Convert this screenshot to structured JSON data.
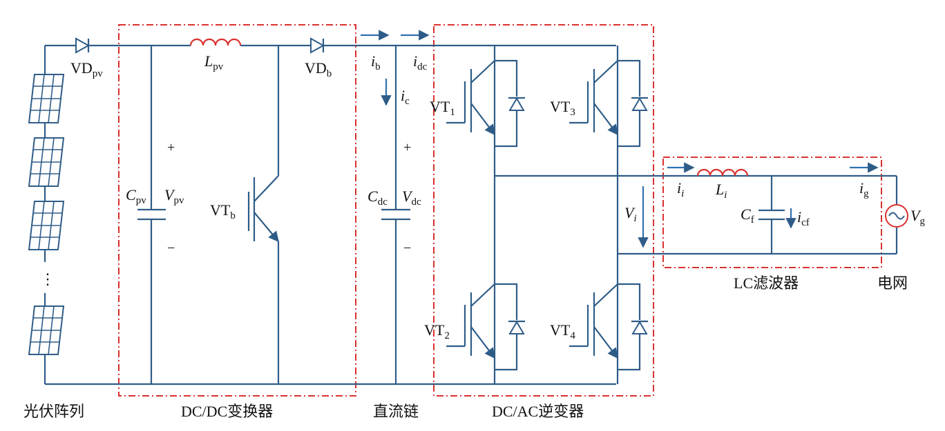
{
  "components": {
    "vd_pv": {
      "main": "VD",
      "sub": "pv"
    },
    "l_pv": {
      "main": "L",
      "sub": "pv"
    },
    "vd_b": {
      "main": "VD",
      "sub": "b"
    },
    "i_b": {
      "main": "i",
      "sub": "b"
    },
    "i_dc": {
      "main": "i",
      "sub": "dc"
    },
    "i_c": {
      "main": "i",
      "sub": "c"
    },
    "c_pv": {
      "main": "C",
      "sub": "pv"
    },
    "v_pv": {
      "main": "V",
      "sub": "pv"
    },
    "vt_b": {
      "main": "VT",
      "sub": "b"
    },
    "c_dc": {
      "main": "C",
      "sub": "dc"
    },
    "v_dc": {
      "main": "V",
      "sub": "dc"
    },
    "vt_1": {
      "main": "VT",
      "sub": "1"
    },
    "vt_2": {
      "main": "VT",
      "sub": "2"
    },
    "vt_3": {
      "main": "VT",
      "sub": "3"
    },
    "vt_4": {
      "main": "VT",
      "sub": "4"
    },
    "v_i": {
      "main": "V",
      "sub": "i"
    },
    "i_i": {
      "main": "i",
      "sub": "i"
    },
    "l_i": {
      "main": "L",
      "sub": "i"
    },
    "c_f": {
      "main": "C",
      "sub": "f"
    },
    "i_cf": {
      "main": "i",
      "sub": "cf"
    },
    "i_g": {
      "main": "i",
      "sub": "g"
    },
    "v_g": {
      "main": "V",
      "sub": "g"
    }
  },
  "polarity": {
    "plus": "+",
    "minus": "−"
  },
  "ellipsis": "⋮",
  "captions": {
    "pv_array": "光伏阵列",
    "dcdc": "DC/DC变换器",
    "dc_link": "直流链",
    "dcac": "DC/AC逆变器",
    "lc_filter": "LC滤波器",
    "grid": "电网"
  },
  "colors": {
    "wire": "#2e5c87",
    "flow_arrow": "#2e6fb0",
    "boundary": "#d9302e"
  }
}
